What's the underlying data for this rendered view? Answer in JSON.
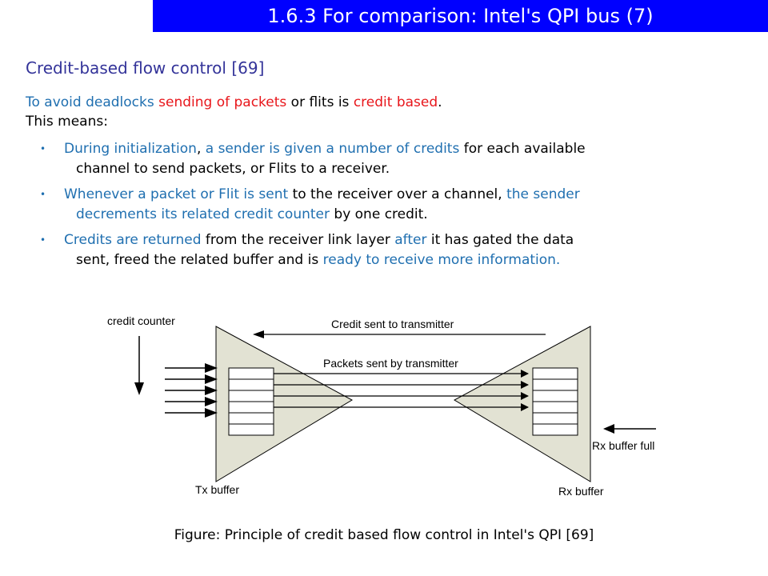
{
  "slide": {
    "title": "1.6.3 For comparison: Intel's QPI bus (7)",
    "subtitle": "Credit-based flow control [69]",
    "intro": {
      "part1": "To avoid deadlocks",
      "part2": " ",
      "part3": "sending of packets",
      "part4": " or flits is ",
      "part5": "credit based",
      "part6": ".",
      "line2": "This means:"
    },
    "bullet_glyph": "•",
    "bullets": [
      {
        "a": "During initialization",
        "b": ", ",
        "c": "a sender is given a number of credits",
        "d": " for each available",
        "e": "channel to send packets, or Flits to a receiver."
      },
      {
        "a": "Whenever a packet or Flit is sent",
        "b": " to the receiver over a channel, ",
        "c": "the sender",
        "d": "decrements its related credit counter",
        "e": " by one credit."
      },
      {
        "a": "Credits are returned",
        "b": " from the receiver link layer ",
        "c": "after",
        "d": " it has gated the data",
        "e": "sent, freed the related buffer and is ",
        "f": "ready to receive more information."
      }
    ],
    "caption": "Figure: Principle of credit based flow control in Intel's QPI [69]"
  },
  "diagram": {
    "credit_counter_label": "credit counter",
    "credit_sent_label": "Credit sent to transmitter",
    "packets_sent_label": "Packets sent by transmitter",
    "tx_buffer_label": "Tx buffer",
    "rx_buffer_label": "Rx buffer",
    "rx_buffer_full_label": "Rx buffer full",
    "colors": {
      "buffer_fill": "#e2e2d3",
      "stroke": "#000000"
    }
  }
}
